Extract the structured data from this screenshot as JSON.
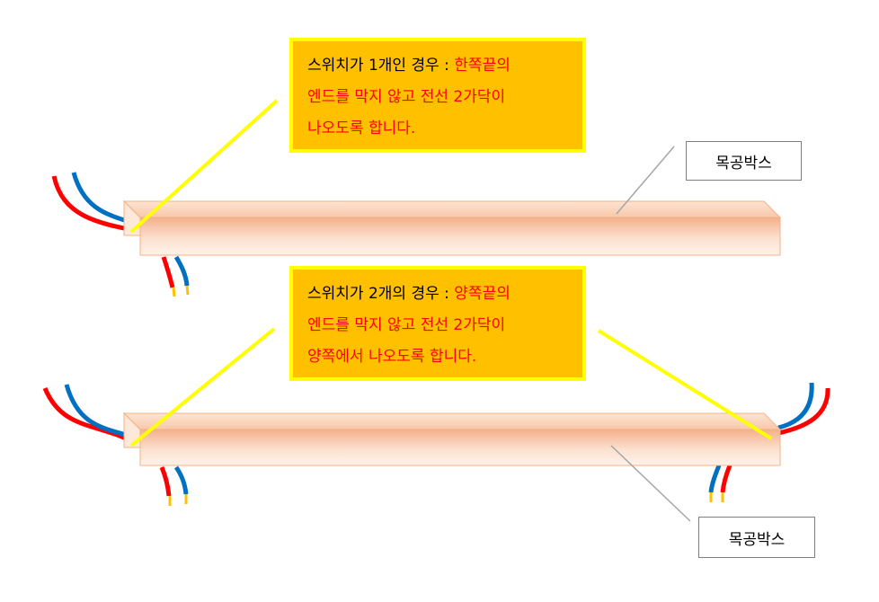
{
  "callout_one_switch": {
    "line1_black": "스위치가 1개인 경우 : ",
    "line1_red": "한쪽끝의",
    "line2_red": "엔드를 막지 않고 전선 2가닥이",
    "line3_red": "나오도록 합니다."
  },
  "callout_two_switch": {
    "line1_black": "스위치가 2개의 경우 : ",
    "line1_red": "양쪽끝의",
    "line2_red": "엔드를 막지 않고 전선 2가닥이",
    "line3_red": "양쪽에서 나오도록 합니다."
  },
  "labels": {
    "top_box": "목공박스",
    "bottom_box": "목공박스"
  },
  "colors": {
    "callout_fill": "#ffc000",
    "callout_border": "#ffff00",
    "pointer_line": "#ffff00",
    "emphasis_text": "#ff0000",
    "wire_red": "#ff0000",
    "wire_blue": "#0070c0",
    "wire_tip": "#ffc000",
    "box_edge": "#f4b183"
  }
}
